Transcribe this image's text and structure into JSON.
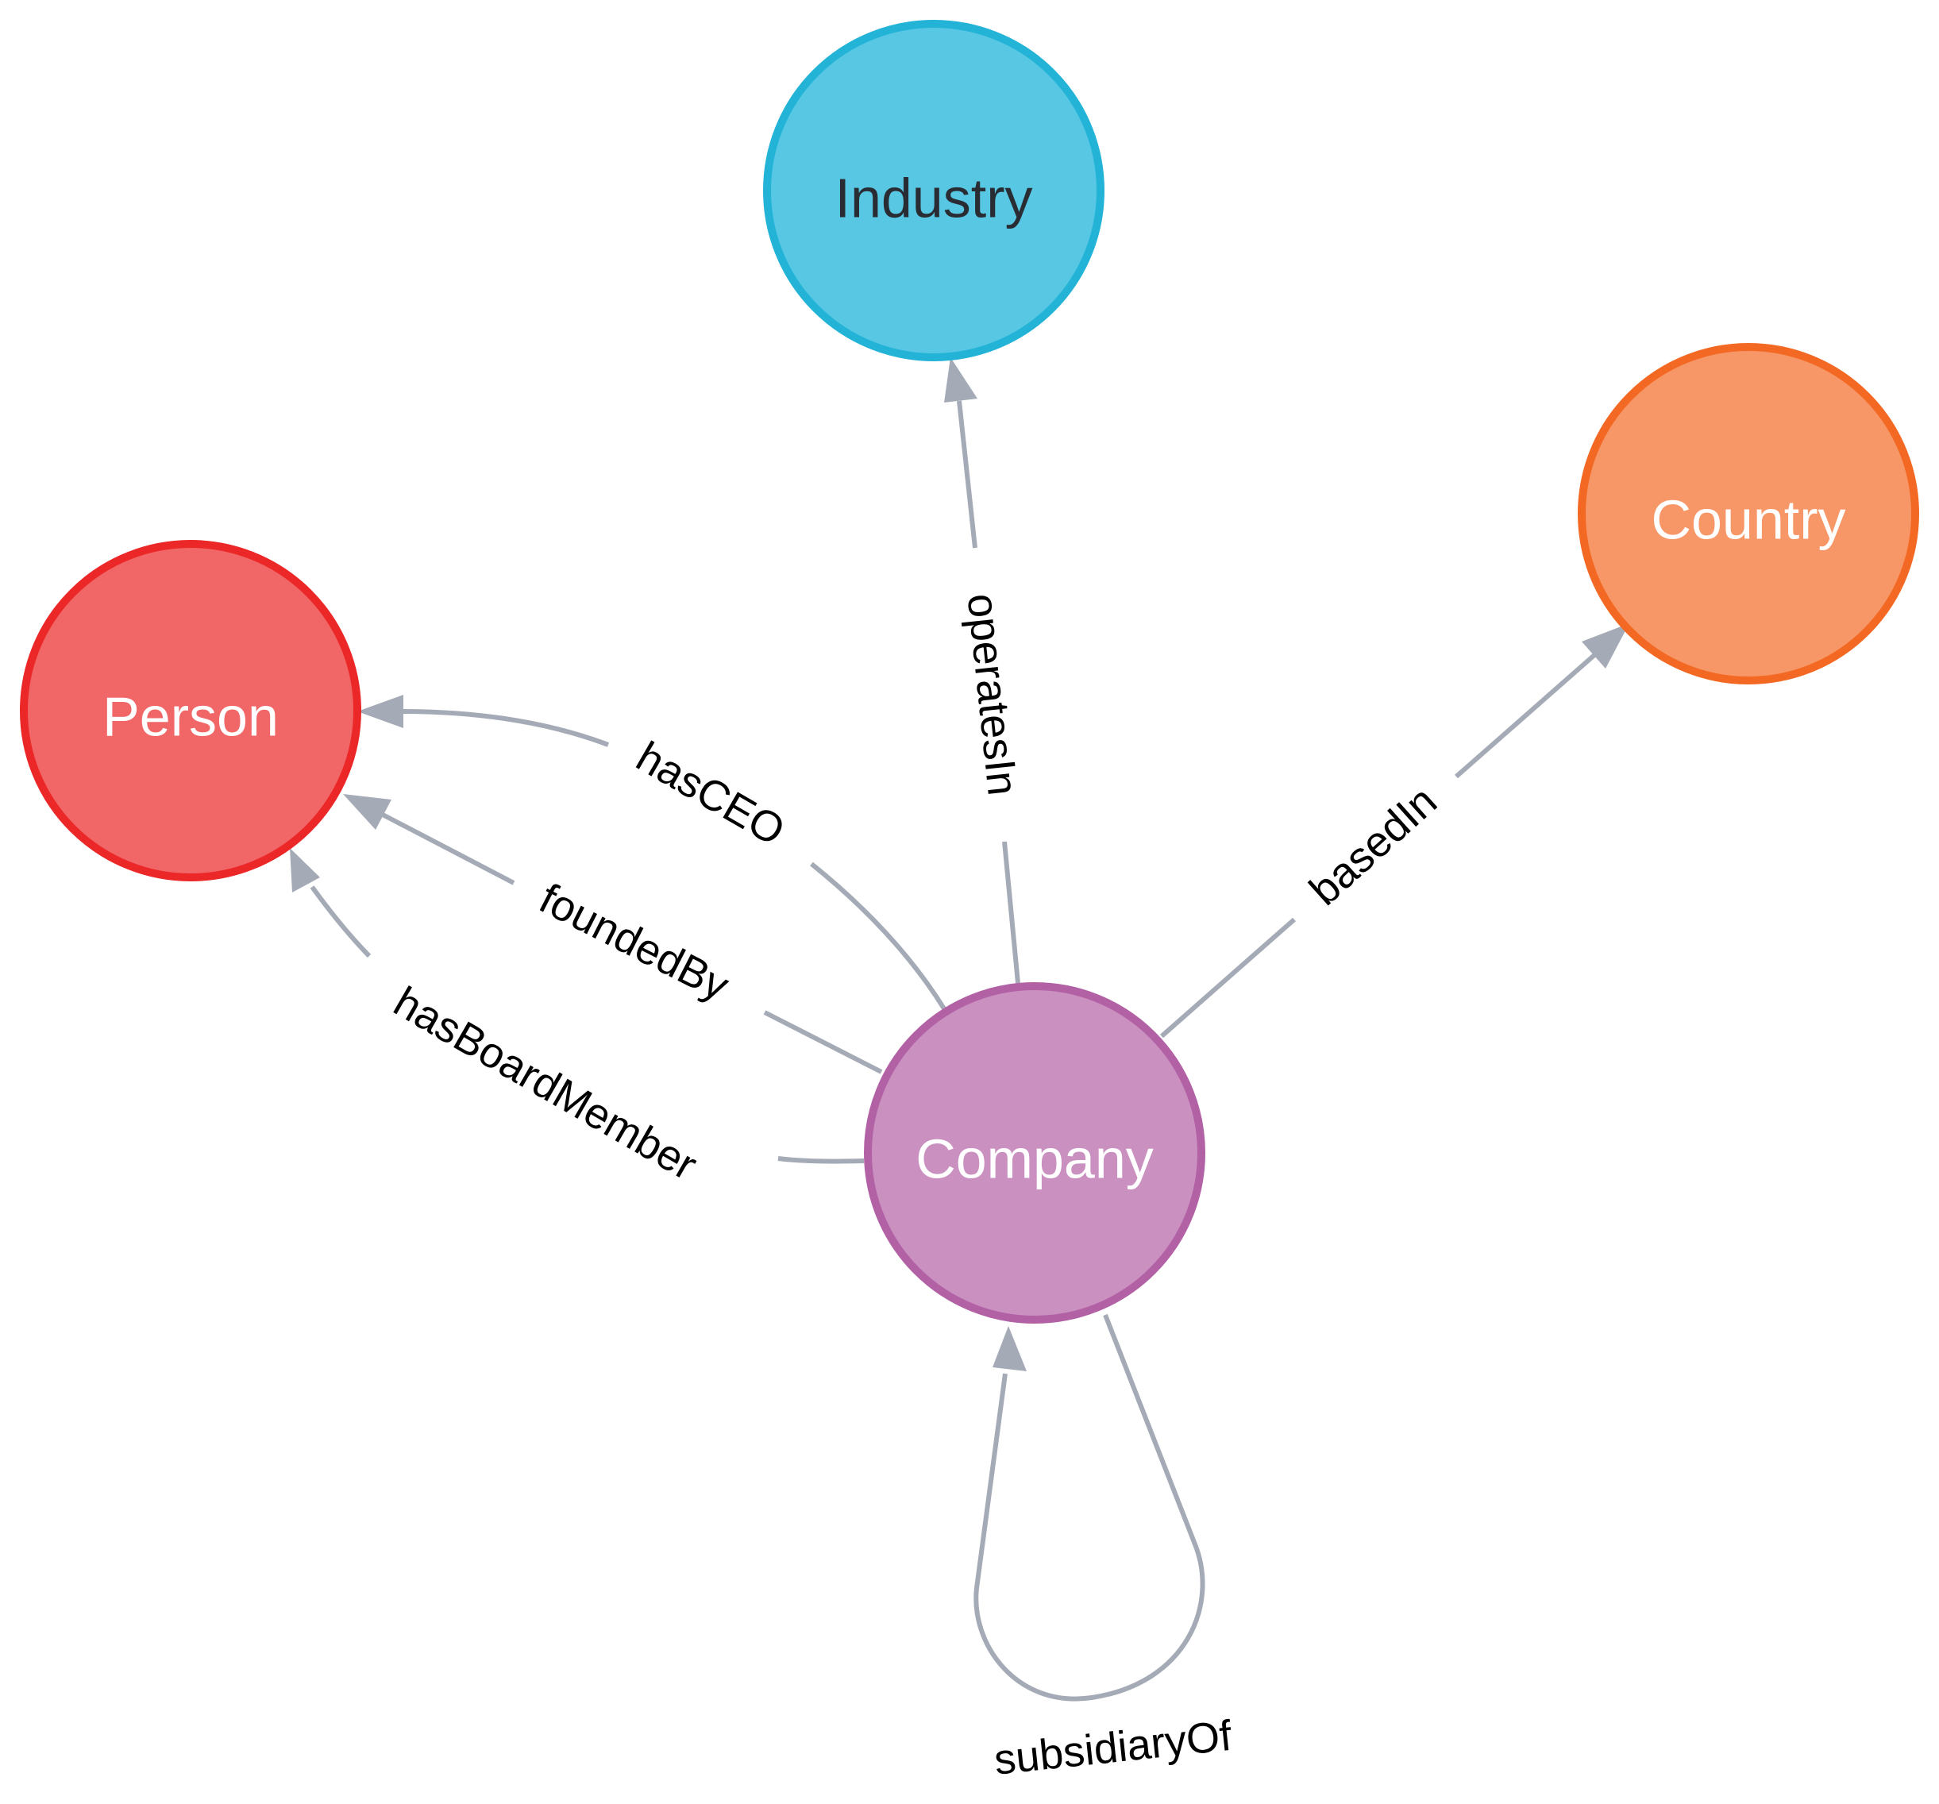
{
  "graph": {
    "nodes": {
      "industry": {
        "label": "Industry",
        "fill": "#57c7e3",
        "stroke": "#23b3d7",
        "text_color": "#2a2c34"
      },
      "country": {
        "label": "Country",
        "fill": "#f79767",
        "stroke": "#f36924",
        "text_color": "#ffffff"
      },
      "person": {
        "label": "Person",
        "fill": "#f16667",
        "stroke": "#eb2728",
        "text_color": "#ffffff"
      },
      "company": {
        "label": "Company",
        "fill": "#c990c0",
        "stroke": "#b261a5",
        "text_color": "#ffffff"
      }
    },
    "relationships": {
      "operatesIn": {
        "label": "operatesIn",
        "from": "Company",
        "to": "Industry"
      },
      "basedIn": {
        "label": "basedIn",
        "from": "Company",
        "to": "Country"
      },
      "hasCEO": {
        "label": "hasCEO",
        "from": "Company",
        "to": "Person"
      },
      "foundedBy": {
        "label": "foundedBy",
        "from": "Company",
        "to": "Person"
      },
      "hasBoardMember": {
        "label": "hasBoardMember",
        "from": "Company",
        "to": "Person"
      },
      "subsidiaryOf": {
        "label": "subsidiaryOf",
        "from": "Company",
        "to": "Company"
      }
    },
    "edge_color": "#a5abb6"
  }
}
